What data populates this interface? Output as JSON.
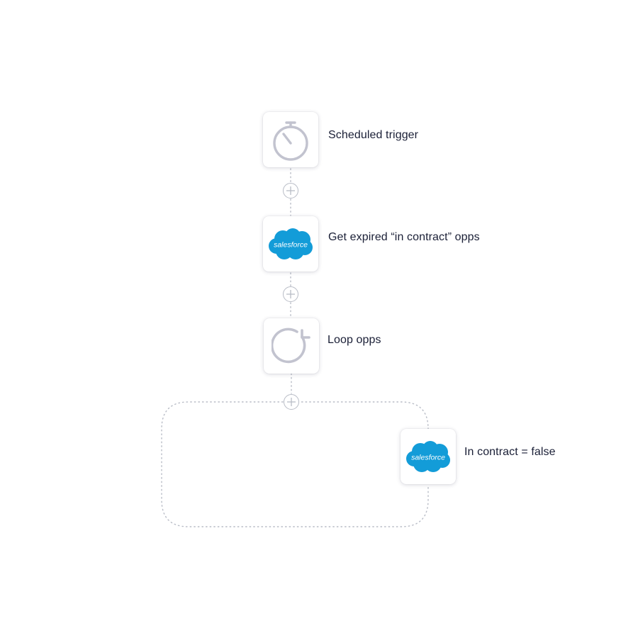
{
  "workflow": {
    "steps": [
      {
        "label": "Scheduled trigger",
        "icon": "stopwatch-icon"
      },
      {
        "label": "Get expired “in contract” opps",
        "icon": "salesforce-icon",
        "logo_text": "salesforce"
      },
      {
        "label": "Loop opps",
        "icon": "loop-icon"
      }
    ],
    "loop_body": {
      "steps": [
        {
          "label": "In contract = false",
          "icon": "salesforce-icon",
          "logo_text": "salesforce"
        }
      ]
    },
    "add_step_icon": "plus-icon"
  },
  "colors": {
    "label_text": "#1a1f36",
    "icon_gray": "#c2c3cf",
    "salesforce_blue": "#139cd8",
    "connector": "#b8bcc6"
  }
}
